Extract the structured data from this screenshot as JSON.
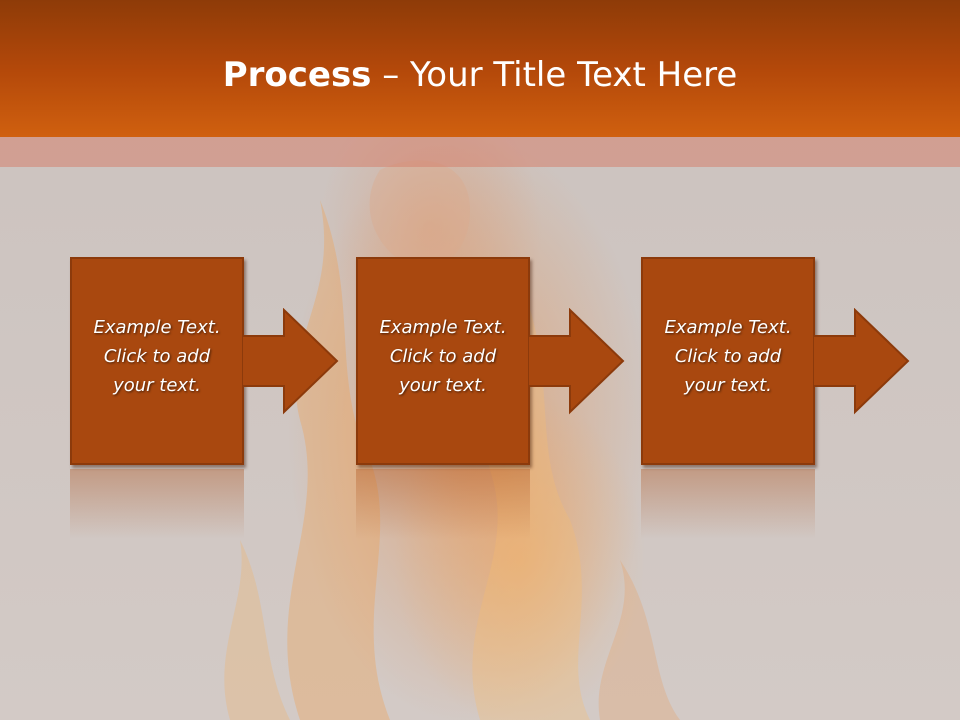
{
  "header": {
    "title_bold": "Process",
    "title_rest": " – Your Title Text Here"
  },
  "steps": [
    {
      "line1": "Example Text.",
      "line2": "Click  to add",
      "line3": "your text."
    },
    {
      "line1": "Example Text.",
      "line2": "Click  to add",
      "line3": "your text."
    },
    {
      "line1": "Example Text.",
      "line2": "Click  to add",
      "line3": "your text."
    }
  ],
  "colors": {
    "header_top": "#8e3b08",
    "header_bottom": "#d0600f",
    "box_fill": "#a9480f",
    "box_border": "#8c3a0b"
  }
}
